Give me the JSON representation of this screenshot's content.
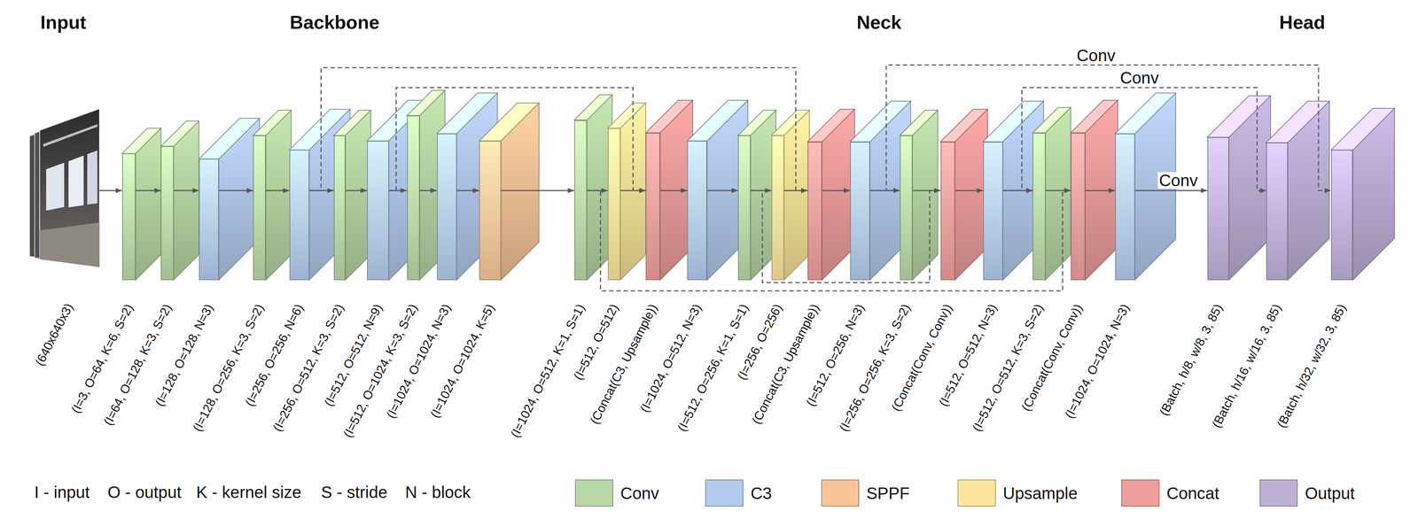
{
  "diagram": {
    "nodes": [
      {
        "text": [
          "(640x640x3)"
        ]
      },
      {
        "text": [
          "(I=3, O=64, K=6, S=2)"
        ]
      },
      {
        "text": [
          "(I=64, O=128, K=3, S=2)"
        ]
      },
      {
        "text": [
          "(I=128, O=128, N=3)"
        ]
      },
      {
        "text": [
          "(I=128, O=256, K=3, S=2)"
        ]
      },
      {
        "text": [
          "(I=256, O=256, N=6)"
        ]
      },
      {
        "text": [
          "(I=256, O=512, K=3, S=2)"
        ]
      },
      {
        "text": [
          "(I=512, O=512, N=9)"
        ]
      },
      {
        "text": [
          "(I=512, O=1024, K=3, S=2)"
        ]
      },
      {
        "text": [
          "(I=1024, O=1024, N=3)"
        ]
      },
      {
        "text": [
          "(I=1024, O=1024, K=5)"
        ]
      },
      {
        "text": [
          "(I=1024, O=512, K=1, S=1)"
        ]
      },
      {
        "text": [
          "(I=512, O=512)"
        ]
      },
      {
        "text": [
          "(Concat(C3, Upsample))"
        ]
      },
      {
        "text": [
          "(I=1024, O=512, N=3)"
        ]
      },
      {
        "text": [
          "(I=512, O=256, K=1, S=1)"
        ]
      },
      {
        "text": [
          "(I=256, O=256)"
        ]
      },
      {
        "text": [
          "(Concat(C3, Upsample))"
        ]
      },
      {
        "text": [
          "(I=512, O=256, N=3)"
        ]
      },
      {
        "text": [
          "(I=256, O=256, K=3, S=2)"
        ]
      },
      {
        "text": [
          "(Concat(Conv, Conv))"
        ]
      },
      {
        "text": [
          "(I=512, O=512, N=3)"
        ]
      },
      {
        "text": [
          "(I=512, O=512, K=3, S=2)"
        ]
      },
      {
        "text": [
          "(Concat(Conv, Conv))"
        ]
      },
      {
        "text": [
          "(I=1024, O=1024, N=3)"
        ]
      },
      {
        "text": [
          "(Batch, h/8, w/8, 3, 85)"
        ]
      },
      {
        "text": [
          "(Batch, h/16, w/16, 3, 85)"
        ]
      },
      {
        "text": [
          "(Batch, h/32, w/32, 3, 85)"
        ]
      }
    ],
    "edges": [
      {
        "from": 0,
        "to": 1,
        "arrow": "to"
      },
      {
        "from": 1,
        "to": 2,
        "arrow": "to"
      },
      {
        "from": 2,
        "to": 3,
        "arrow": "to"
      },
      {
        "from": 3,
        "to": 4,
        "arrow": "to"
      },
      {
        "from": 4,
        "to": 5,
        "arrow": "to"
      },
      {
        "from": 5,
        "to": 6,
        "arrow": "to"
      },
      {
        "from": 6,
        "to": 7,
        "arrow": "to"
      },
      {
        "from": 7,
        "to": 8,
        "arrow": "to"
      },
      {
        "from": 8,
        "to": 9,
        "arrow": "to"
      },
      {
        "from": 9,
        "to": 10,
        "arrow": "to"
      },
      {
        "from": 10,
        "to": 11,
        "arrow": "to"
      },
      {
        "from": 11,
        "to": 12,
        "arrow": "to"
      },
      {
        "from": 12,
        "to": 13,
        "arrow": "to"
      },
      {
        "from": 13,
        "to": 14,
        "arrow": "to"
      },
      {
        "from": 14,
        "to": 15,
        "arrow": "to"
      },
      {
        "from": 15,
        "to": 16,
        "arrow": "to"
      },
      {
        "from": 16,
        "to": 17,
        "arrow": "to"
      },
      {
        "from": 17,
        "to": 18,
        "arrow": "to"
      },
      {
        "from": 18,
        "to": 19,
        "arrow": "to"
      },
      {
        "from": 19,
        "to": 20,
        "arrow": "to"
      },
      {
        "from": 20,
        "to": 21,
        "arrow": "to"
      },
      {
        "from": 21,
        "to": 22,
        "arrow": "to"
      },
      {
        "from": 22,
        "to": 23,
        "arrow": "to"
      },
      {
        "from": 23,
        "to": 24,
        "arrow": "to"
      },
      {
        "from": 24,
        "to": 25,
        "label": "Conv",
        "arrow": "to"
      },
      {
        "from": 5,
        "to": 17,
        "arrow": "to"
      },
      {
        "from": 7,
        "to": 13,
        "arrow": "to"
      },
      {
        "from": 11,
        "to": 23,
        "arrow": "to"
      },
      {
        "from": 15,
        "to": 20,
        "arrow": "to"
      },
      {
        "from": 18,
        "to": 27,
        "label": "Conv",
        "arrow": "to"
      },
      {
        "from": 21,
        "to": 26,
        "label": "Conv",
        "arrow": "to"
      }
    ],
    "labels": [
      "Input",
      "Backbone",
      "Neck",
      "Head",
      "I - input",
      "O - output",
      "K - kernel size",
      "S - stride",
      "N - block"
    ],
    "legend": [
      {
        "text": "Conv",
        "color": "#b9d8a6"
      },
      {
        "text": "C3",
        "color": "#b3cbed"
      },
      {
        "text": "SPPF",
        "color": "#f7c598"
      },
      {
        "text": "Upsample",
        "color": "#fce59a"
      },
      {
        "text": "Concat",
        "color": "#ee9e9c"
      },
      {
        "text": "Output",
        "color": "#bfb0d8"
      }
    ]
  }
}
